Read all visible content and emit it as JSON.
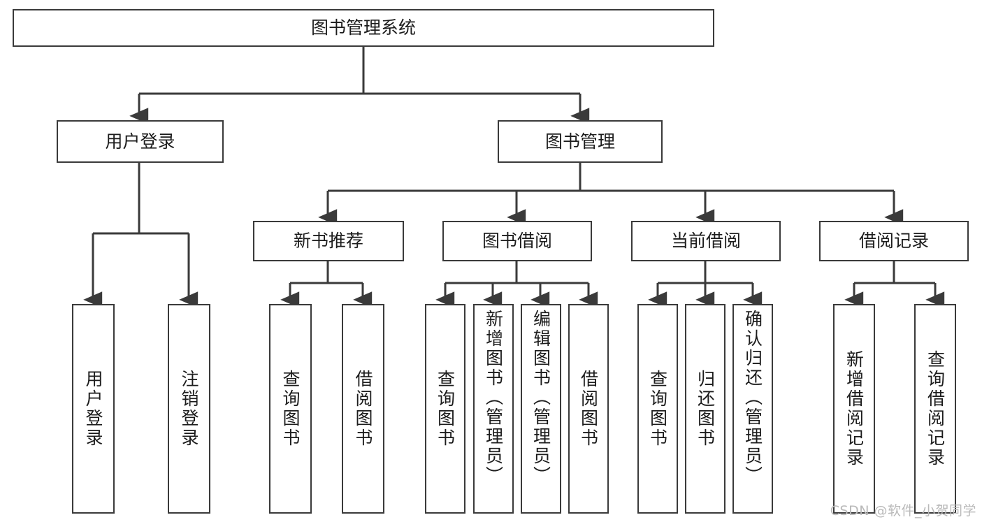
{
  "diagram": {
    "type": "tree",
    "title": "图书管理系统",
    "root": {
      "id": "root",
      "label": "图书管理系统"
    },
    "level2": [
      {
        "id": "user-login",
        "label": "用户登录"
      },
      {
        "id": "book-manage",
        "label": "图书管理"
      }
    ],
    "level3": [
      {
        "id": "new-book-recommend",
        "label": "新书推荐",
        "parent": "book-manage"
      },
      {
        "id": "book-borrow",
        "label": "图书借阅",
        "parent": "book-manage"
      },
      {
        "id": "current-borrow",
        "label": "当前借阅",
        "parent": "book-manage"
      },
      {
        "id": "borrow-record",
        "label": "借阅记录",
        "parent": "book-manage"
      }
    ],
    "leaves": [
      {
        "id": "leaf-user-login",
        "label": "用户登录",
        "parent": "user-login"
      },
      {
        "id": "leaf-logout",
        "label": "注销登录",
        "parent": "user-login"
      },
      {
        "id": "leaf-query-book-1",
        "label": "查询图书",
        "parent": "new-book-recommend"
      },
      {
        "id": "leaf-borrow-book-1",
        "label": "借阅图书",
        "parent": "new-book-recommend"
      },
      {
        "id": "leaf-query-book-2",
        "label": "查询图书",
        "parent": "book-borrow"
      },
      {
        "id": "leaf-add-book",
        "label": "新增图书（管理员）",
        "parent": "book-borrow"
      },
      {
        "id": "leaf-edit-book",
        "label": "编辑图书（管理员）",
        "parent": "book-borrow"
      },
      {
        "id": "leaf-borrow-book-2",
        "label": "借阅图书",
        "parent": "book-borrow"
      },
      {
        "id": "leaf-query-book-3",
        "label": "查询图书",
        "parent": "current-borrow"
      },
      {
        "id": "leaf-return-book",
        "label": "归还图书",
        "parent": "current-borrow"
      },
      {
        "id": "leaf-confirm-return",
        "label": "确认归还（管理员）",
        "parent": "current-borrow"
      },
      {
        "id": "leaf-add-record",
        "label": "新增借阅记录",
        "parent": "borrow-record"
      },
      {
        "id": "leaf-query-record",
        "label": "查询借阅记录",
        "parent": "borrow-record"
      }
    ]
  },
  "watermark": {
    "text": "CSDN @软件_小贺同学"
  },
  "colors": {
    "stroke": "#3a3a3a",
    "fill": "#ffffff",
    "text": "#1c1c1c",
    "watermark": "#b9b9b9"
  }
}
